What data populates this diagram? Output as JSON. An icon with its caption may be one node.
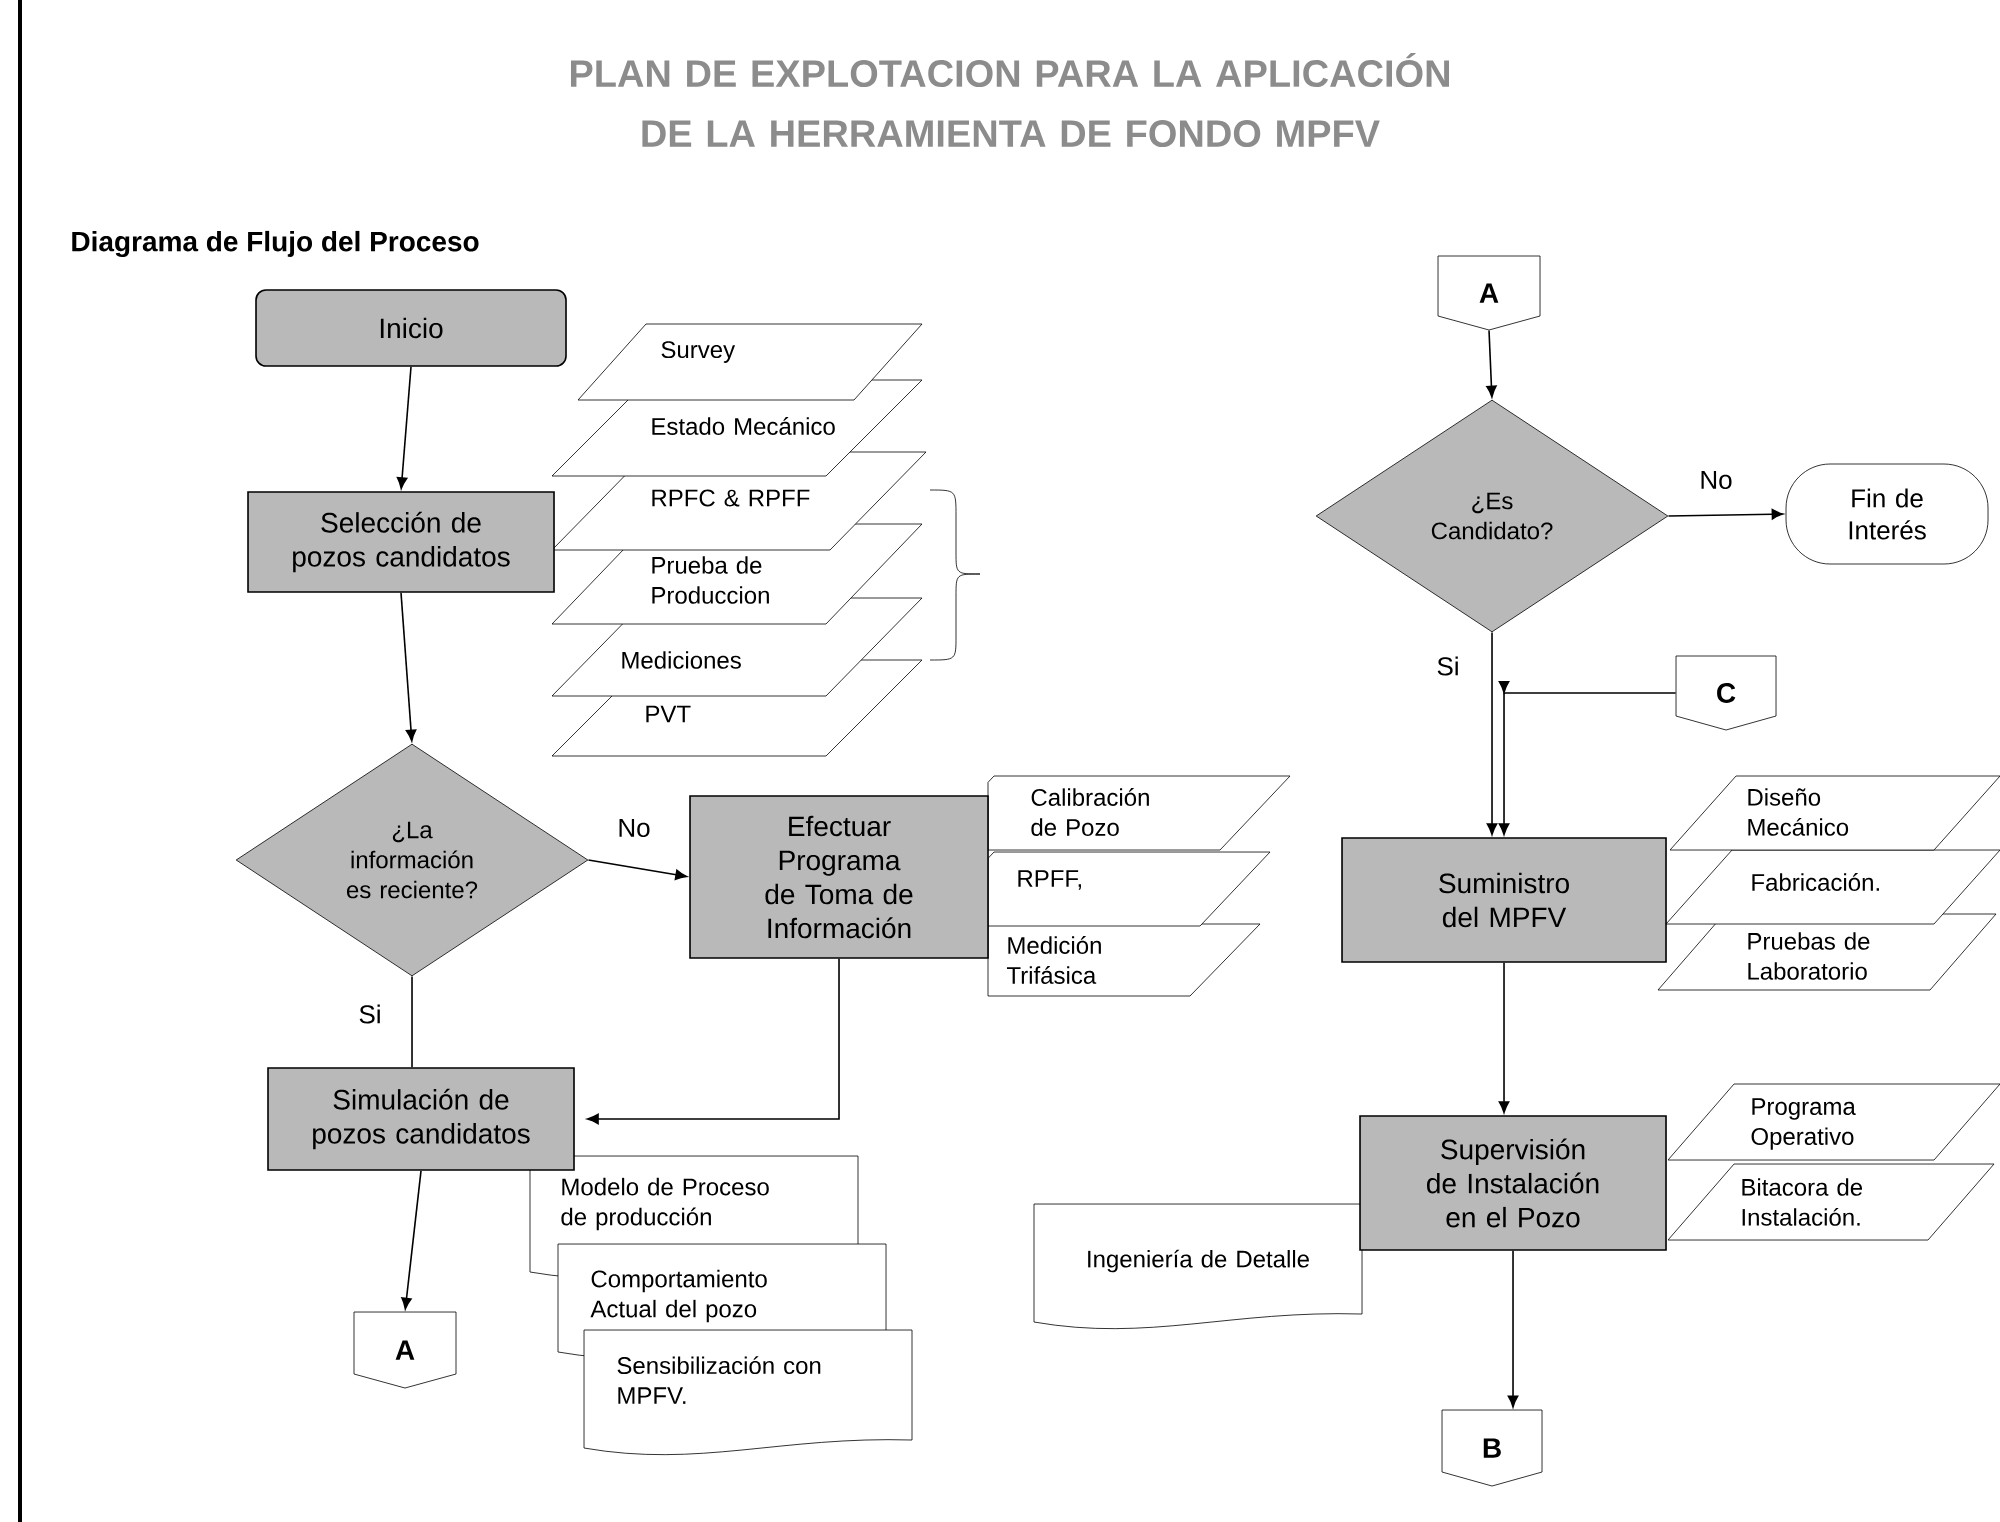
{
  "diagram": {
    "title": "PLAN DE EXPLOTACION PARA LA APLICACIÓN DE LA HERRAMIENTA DE FONDO MPFV",
    "nodes": [
      {
        "text": [
          "Inicio"
        ]
      },
      {
        "text": [
          "Selección de pozos candidatos"
        ]
      },
      {
        "text": [
          "Survey"
        ]
      },
      {
        "text": [
          "Estado Mecánico"
        ]
      },
      {
        "text": [
          "RPFC & RPFF"
        ]
      },
      {
        "text": [
          "Prueba de Produccion"
        ]
      },
      {
        "text": [
          "Mediciones"
        ]
      },
      {
        "text": [
          "PVT"
        ]
      },
      {
        "text": [
          "¿La información es reciente?"
        ]
      },
      {
        "text": [
          "Efectuar Programa de Toma de Información"
        ]
      },
      {
        "text": [
          "Calibración de Pozo"
        ]
      },
      {
        "text": [
          "RPFF,"
        ]
      },
      {
        "text": [
          "Medición Trifásica"
        ]
      },
      {
        "text": [
          "Simulación de pozos candidatos"
        ]
      },
      {
        "text": [
          "Modelo de Proceso de producción"
        ]
      },
      {
        "text": [
          "Comportamiento Actual del pozo"
        ]
      },
      {
        "text": [
          "Sensibilización con MPFV."
        ]
      },
      {
        "text": [
          "A"
        ]
      },
      {
        "text": [
          "A"
        ]
      },
      {
        "text": [
          "¿Es Candidato?"
        ]
      },
      {
        "text": [
          "Fin de Interés"
        ]
      },
      {
        "text": [
          "C"
        ]
      },
      {
        "text": [
          "Suministro del MPFV"
        ]
      },
      {
        "text": [
          "Diseño Mecánico"
        ]
      },
      {
        "text": [
          "Fabricación."
        ]
      },
      {
        "text": [
          "Pruebas de Laboratorio"
        ]
      },
      {
        "text": [
          "Supervisión de Instalación en el Pozo"
        ]
      },
      {
        "text": [
          "Programa Operativo"
        ]
      },
      {
        "text": [
          "Bitacora de Instalación."
        ]
      },
      {
        "text": [
          "Ingeniería de Detalle"
        ]
      },
      {
        "text": [
          "B"
        ]
      }
    ],
    "edges": [
      {
        "from": 0,
        "to": 1,
        "arrow": "to"
      },
      {
        "from": 1,
        "to": 8,
        "arrow": "to"
      },
      {
        "from": 8,
        "to": 9,
        "arrow": "to",
        "label": "No"
      },
      {
        "from": 8,
        "to": 13,
        "arrow": "none",
        "label": "Si"
      },
      {
        "from": 9,
        "to": 13,
        "arrow": "to"
      },
      {
        "from": 13,
        "to": 17,
        "arrow": "to"
      },
      {
        "from": 18,
        "to": 19,
        "arrow": "to"
      },
      {
        "from": 19,
        "to": 20,
        "arrow": "to",
        "label": "No"
      },
      {
        "from": 19,
        "to": 22,
        "arrow": "to",
        "label": "Si"
      },
      {
        "from": 21,
        "to": 22,
        "arrow": "to"
      },
      {
        "from": 22,
        "to": 26,
        "arrow": "to"
      },
      {
        "from": 26,
        "to": 30,
        "arrow": "to"
      }
    ],
    "labels": [
      "Diagrama de Flujo del Proceso"
    ]
  }
}
